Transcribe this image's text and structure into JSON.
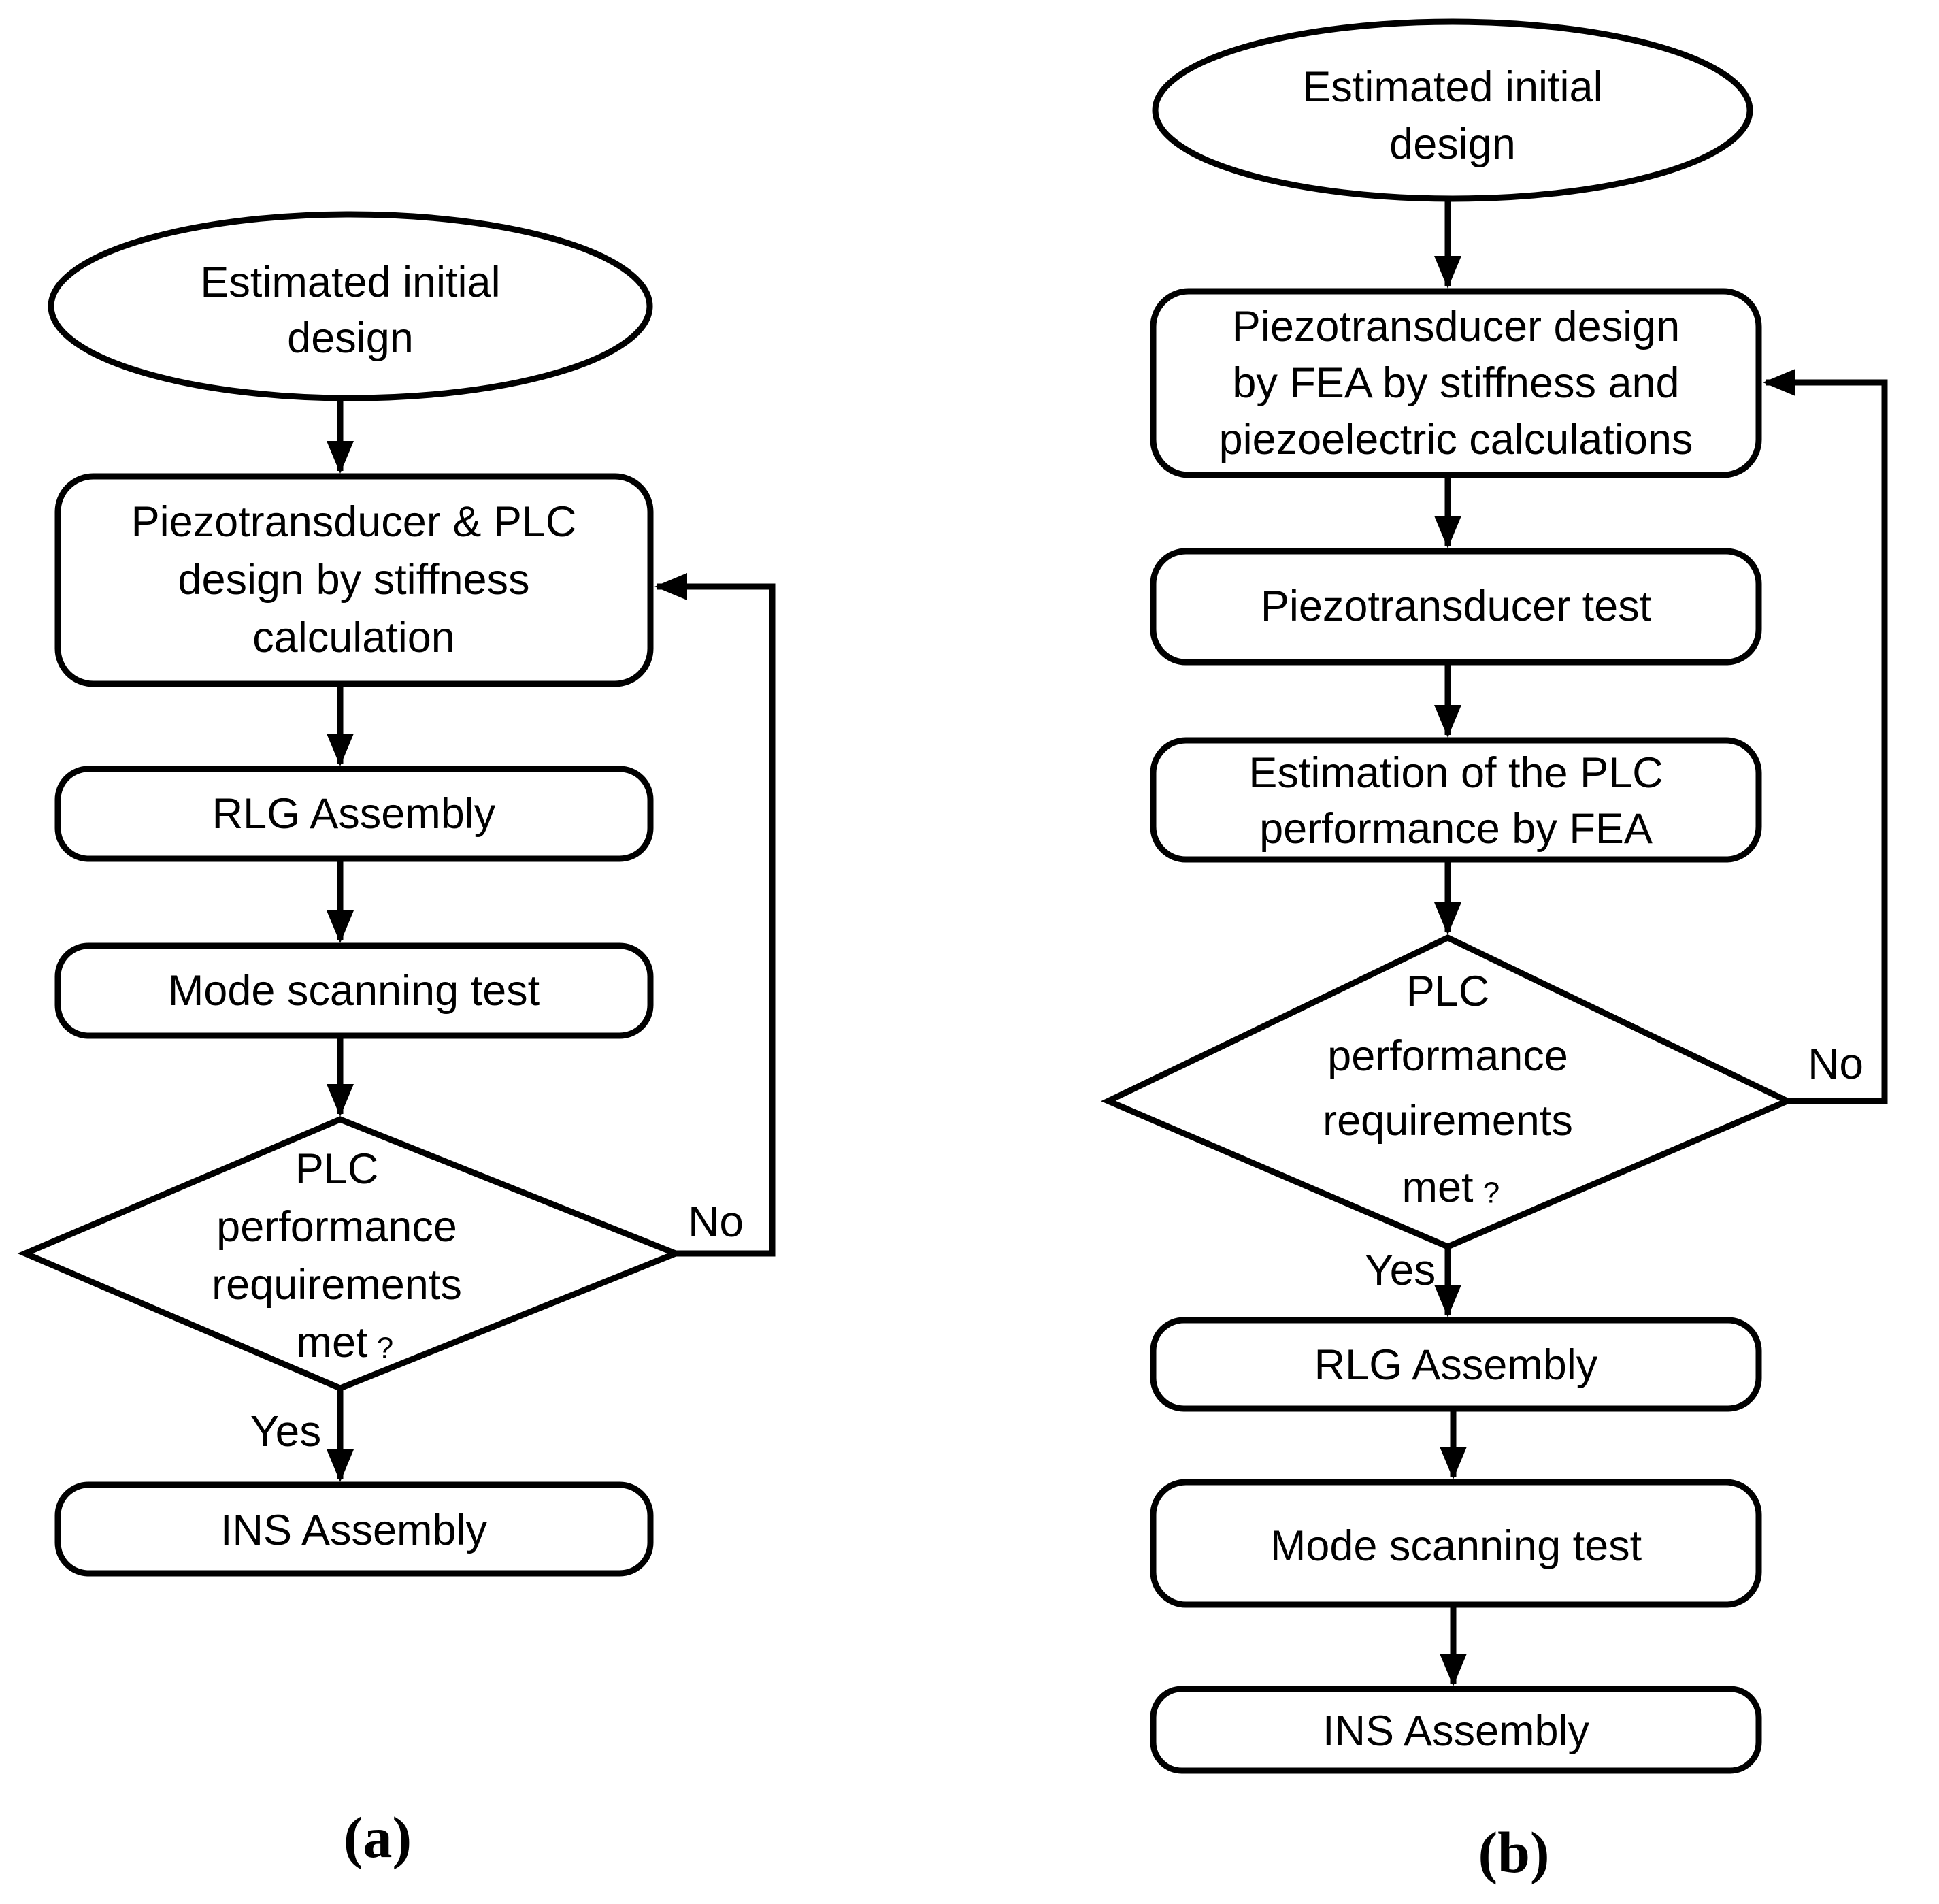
{
  "colors": {
    "stroke": "#000000",
    "background": "#ffffff",
    "text": "#000000"
  },
  "panels": [
    {
      "label": "(a)",
      "nodes": {
        "start": {
          "type": "terminator",
          "lines": [
            "Estimated initial",
            "design"
          ]
        },
        "design": {
          "type": "process",
          "lines": [
            "Piezotransducer & PLC",
            "design by stiffness",
            "calculation"
          ]
        },
        "rlg": {
          "type": "process",
          "lines": [
            "RLG Assembly"
          ]
        },
        "mode": {
          "type": "process",
          "lines": [
            "Mode scanning test"
          ]
        },
        "decision": {
          "type": "decision",
          "lines": [
            "PLC",
            "performance",
            "requirements",
            "met"
          ],
          "qmark": "?"
        },
        "ins": {
          "type": "process",
          "lines": [
            "INS Assembly"
          ]
        }
      },
      "edges": {
        "yes": "Yes",
        "no": "No"
      }
    },
    {
      "label": "(b)",
      "nodes": {
        "start": {
          "type": "terminator",
          "lines": [
            "Estimated initial",
            "design"
          ]
        },
        "design": {
          "type": "process",
          "lines": [
            "Piezotransducer design",
            "by FEA by stiffness and",
            "piezoelectric calculations"
          ]
        },
        "test": {
          "type": "process",
          "lines": [
            "Piezotransducer test"
          ]
        },
        "estimation": {
          "type": "process",
          "lines": [
            "Estimation of the PLC",
            "performance by FEA"
          ]
        },
        "decision": {
          "type": "decision",
          "lines": [
            "PLC",
            "performance",
            "requirements",
            "met"
          ],
          "qmark": "?"
        },
        "rlg": {
          "type": "process",
          "lines": [
            "RLG Assembly"
          ]
        },
        "mode": {
          "type": "process",
          "lines": [
            "Mode scanning test"
          ]
        },
        "ins": {
          "type": "process",
          "lines": [
            "INS Assembly"
          ]
        }
      },
      "edges": {
        "yes": "Yes",
        "no": "No"
      }
    }
  ]
}
